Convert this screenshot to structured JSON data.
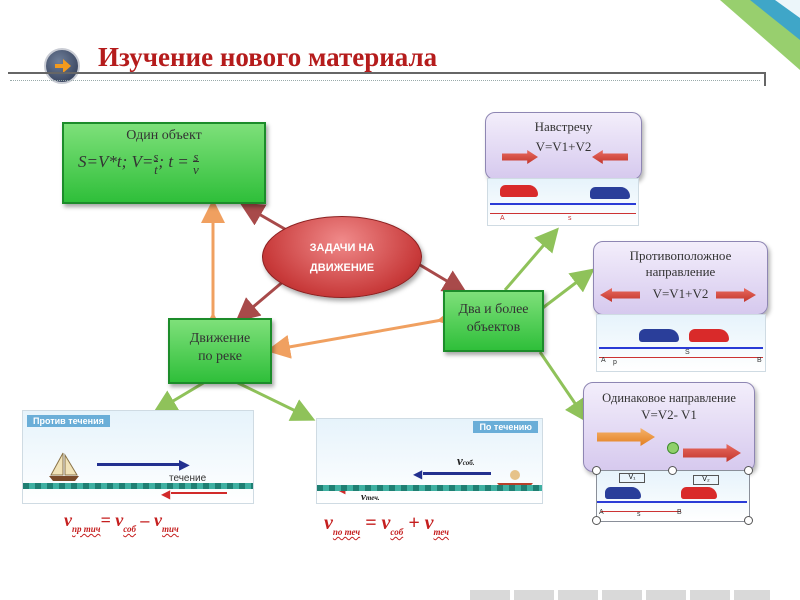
{
  "header": {
    "title": "Изучение нового материала"
  },
  "center_node": {
    "label_line1": "ЗАДАЧИ НА",
    "label_line2": "ДВИЖЕНИЕ"
  },
  "one_object": {
    "title": "Один объект",
    "formula": "S=V*t; V=s/t; t = s/v",
    "formula_part1": "S=V*t; V=",
    "formula_frac1_num": "s",
    "formula_frac1_den": "t",
    "formula_part2": "; t =",
    "formula_frac2_num": "s",
    "formula_frac2_den": "v"
  },
  "river": {
    "line1": "Движение",
    "line2": "по реке"
  },
  "two_objects": {
    "line1": "Два и более",
    "line2": "объектов"
  },
  "towards": {
    "title": "Навстречу",
    "formula": "V=V1+V2",
    "road_label_a": "A",
    "road_label_s": "s"
  },
  "opposite": {
    "title_line1": "Противоположное",
    "title_line2": "направление",
    "formula": "V=V1+V2",
    "label_a": "A",
    "label_p": "р",
    "label_s": "S",
    "label_b": "B"
  },
  "same_direction": {
    "title": "Одинаковое направление",
    "formula": "V=V2- V1",
    "label_v1": "V₁",
    "label_v2": "V₂",
    "label_a": "A",
    "label_s": "s",
    "label_b": "B"
  },
  "against_current": {
    "label": "Против течения",
    "current_label": "течение",
    "formula_v": "v",
    "formula_sub1": "пр тич",
    "formula_eq": "= v",
    "formula_sub2": "соб",
    "formula_minus": " – v",
    "formula_sub3": "тич"
  },
  "with_current": {
    "label": "По течению",
    "v_sob": "v",
    "v_sob_sub": "соб.",
    "v_tech": "v",
    "v_tech_sub": "теч.",
    "formula_v": "v",
    "formula_sub1": "по теч",
    "formula_eq": " = v",
    "formula_sub2": "соб",
    "formula_plus": " + v",
    "formula_sub3": "теч"
  },
  "colors": {
    "title_red": "#b51c1c",
    "green_box": "#2fbf3a",
    "ellipse_red": "#c83a3a",
    "arrow_green": "#8fc25a",
    "arrow_orange": "#f0a060",
    "arrow_maroon": "#a84a4a"
  }
}
